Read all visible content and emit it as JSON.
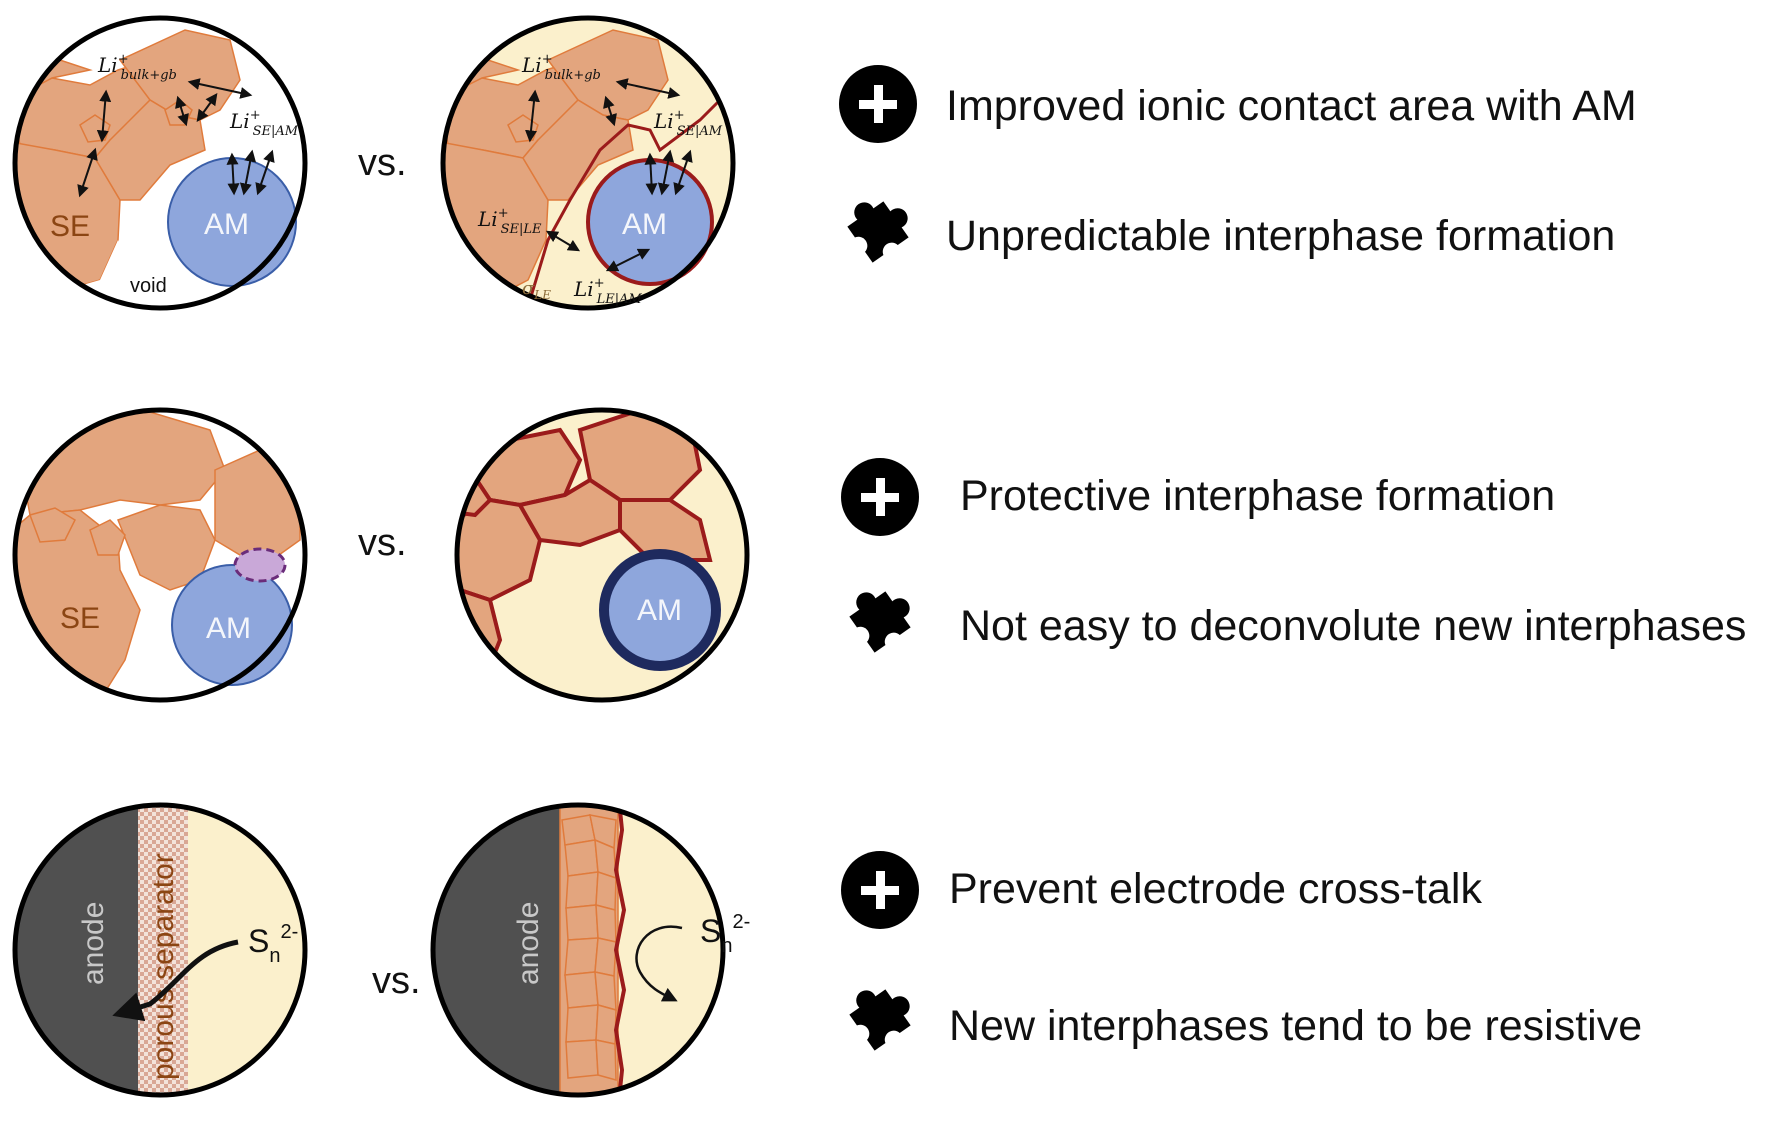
{
  "colors": {
    "solid_electrolyte": "#E3A57E",
    "solid_electrolyte_edge": "#E07B3C",
    "liquid_electrolyte": "#FBF0CC",
    "interphase": "#9B1B1B",
    "active_material": "#8EA6DC",
    "active_material_edge": "#3A5EA8",
    "am_coating": "#1E2A5E",
    "anode": "#505050",
    "separator": "#E9CFC4"
  },
  "vs_label": "vs.",
  "rows": [
    {
      "left": {
        "se_label": "SE",
        "am_label": "AM",
        "void_label": "void",
        "li_bulk": "Li",
        "li_bulk_sup": "+",
        "li_bulk_sub": "bulk+gb",
        "li_se_am": "Li",
        "li_se_am_sup": "+",
        "li_se_am_sub": "SE|AM"
      },
      "right": {
        "am_label": "AM",
        "li_bulk": "Li",
        "li_bulk_sup": "+",
        "li_bulk_sub": "bulk+gb",
        "li_se_am": "Li",
        "li_se_am_sup": "+",
        "li_se_am_sub": "SE|AM",
        "li_se_le": "Li",
        "li_se_le_sup": "+",
        "li_se_le_sub": "SE|LE",
        "li_le_am": "Li",
        "li_le_am_sup": "+",
        "li_le_am_sub": "LE|AM",
        "sigma": "σ",
        "sigma_sub": "LE"
      },
      "pro": {
        "icon": "plus-icon",
        "text": "Improved ionic contact area with AM"
      },
      "con": {
        "icon": "puzzle-icon",
        "text": "Unpredictable interphase formation"
      }
    },
    {
      "left": {
        "se_label": "SE",
        "am_label": "AM"
      },
      "right": {
        "am_label": "AM"
      },
      "pro": {
        "icon": "plus-icon",
        "text": "Protective interphase formation"
      },
      "con": {
        "icon": "puzzle-icon",
        "text": "Not easy to deconvolute new interphases"
      }
    },
    {
      "left": {
        "anode_label": "anode",
        "separator_label": "porous separator",
        "sn_label": "S",
        "sn_sub": "n",
        "sn_sup": "2-"
      },
      "right": {
        "anode_label": "anode",
        "sn_label": "S",
        "sn_sub": "n",
        "sn_sup": "2-"
      },
      "pro": {
        "icon": "plus-icon",
        "text": "Prevent electrode cross-talk"
      },
      "con": {
        "icon": "puzzle-icon",
        "text": "New interphases tend to be resistive"
      }
    }
  ]
}
